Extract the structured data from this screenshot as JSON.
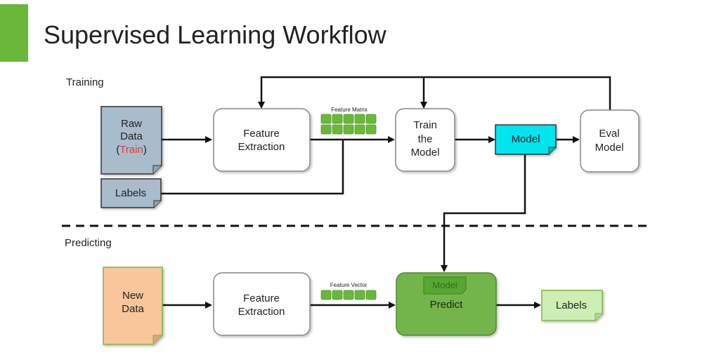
{
  "title": "Supervised Learning Workflow",
  "sections": {
    "training": "Training",
    "predicting": "Predicting"
  },
  "training": {
    "raw_data": {
      "line1": "Raw",
      "line2": "Data",
      "line3_open": "(",
      "line3_highlight": "Train",
      "line3_close": ")"
    },
    "labels": "Labels",
    "feature_extraction": {
      "line1": "Feature",
      "line2": "Extraction"
    },
    "feature_matrix_label": "Feature Matrix",
    "train_model": {
      "line1": "Train",
      "line2": "the",
      "line3": "Model"
    },
    "model": "Model",
    "eval_model": {
      "line1": "Eval",
      "line2": "Model"
    }
  },
  "predicting": {
    "new_data": {
      "line1": "New",
      "line2": "Data"
    },
    "feature_extraction": {
      "line1": "Feature",
      "line2": "Extraction"
    },
    "feature_vector_label": "Feature Vector",
    "predict_model_tag": "Model",
    "predict": "Predict",
    "labels": "Labels"
  },
  "colors": {
    "accent_bar": "#6ab83a",
    "doc_blue": "#a9bccc",
    "model_cyan": "#00e5ee",
    "new_data_orange": "#f8c69a",
    "predict_green": "#73b44b",
    "labels_out_green": "#cdeeb4",
    "feature_cell_green": "#6ab83a",
    "train_highlight_red": "#e53935"
  }
}
